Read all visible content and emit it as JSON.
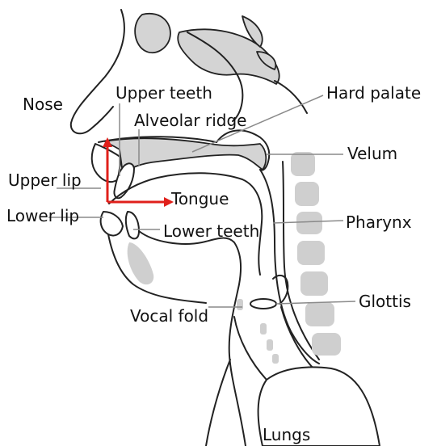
{
  "labels": {
    "nose": "Nose",
    "upper_teeth": "Upper teeth",
    "alveolar_ridge": "Alveolar ridge",
    "hard_palate": "Hard palate",
    "velum": "Velum",
    "upper_lip": "Upper lip",
    "tongue": "Tongue",
    "lower_lip": "Lower lip",
    "lower_teeth": "Lower teeth",
    "pharynx": "Pharynx",
    "glottis": "Glottis",
    "vocal_fold": "Vocal fold",
    "lungs": "Lungs"
  },
  "colors": {
    "arrow": "#e0201b",
    "tissue": "#d4d4d4",
    "outline": "#222222",
    "leader": "#8a8a8a"
  }
}
